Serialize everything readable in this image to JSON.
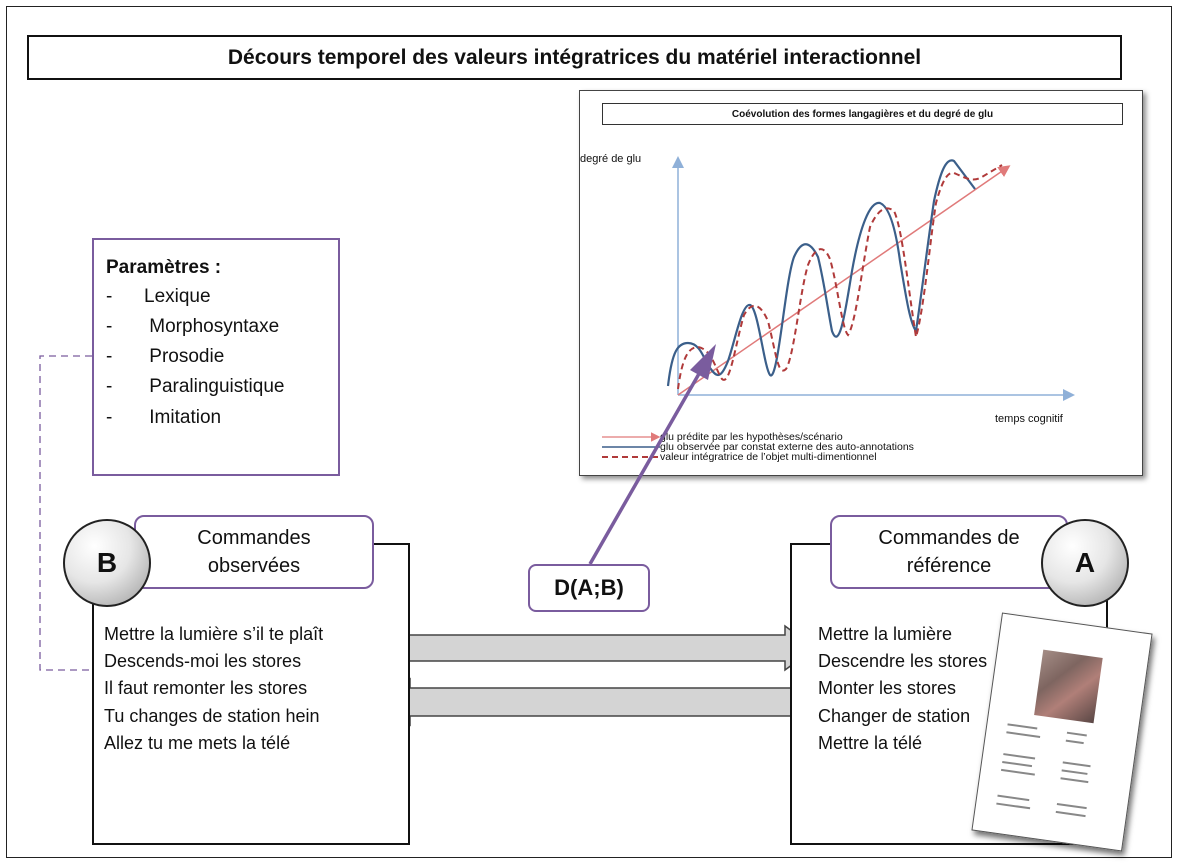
{
  "title": "Décours temporel des valeurs intégratrices du matériel interactionnel",
  "parameters": {
    "heading": "Paramètres :",
    "items": [
      "Lexique",
      "Morphosyntaxe",
      "Prosodie",
      "Paralinguistique",
      "Imitation"
    ]
  },
  "observed": {
    "badge": "B",
    "tab_line1": "Commandes",
    "tab_line2": "observées",
    "lines": [
      "Mettre la lumière s’il te plaît",
      "Descends-moi les stores",
      "Il faut remonter les stores",
      "Tu changes de station hein",
      "Allez tu me mets la télé"
    ]
  },
  "reference": {
    "badge": "A",
    "tab_line1": "Commandes de",
    "tab_line2": "référence",
    "lines": [
      "Mettre la lumière",
      "Descendre les stores",
      "Monter les stores",
      "Changer de station",
      "Mettre la télé"
    ]
  },
  "distance_label": "D(A;B)",
  "inset_chart": {
    "title": "Coévolution des formes langagières et du degré de glu",
    "ylabel": "degré de glu",
    "xlabel": "temps cognitif",
    "legend": [
      {
        "label": "glu prédite par les hypothèses/scénario",
        "color": "#e07a7a",
        "style": "arrow"
      },
      {
        "label": "glu observée par constat externe des auto-annotations",
        "color": "#3b5f8a",
        "style": "solid"
      },
      {
        "label": "valeur intégratrice de l’objet multi-dimentionnel",
        "color": "#b03a3a",
        "style": "dashed"
      }
    ]
  },
  "colors": {
    "accent_purple": "#7a5c9e",
    "arrow_gray": "#d4d4d4",
    "observed_line": "#3b5f8a",
    "predicted_line": "#e07a7a",
    "integrative_line": "#b03a3a"
  }
}
